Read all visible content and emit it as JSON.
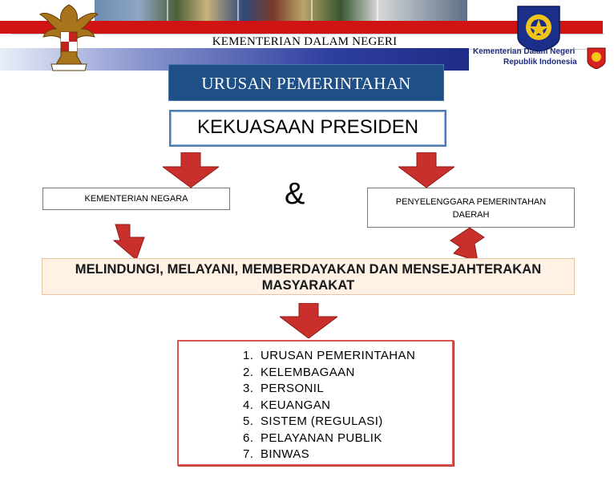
{
  "header": {
    "title": "KEMENTERIAN DALAM NEGERI",
    "logo_caption_line1": "Kementerian Dalam Negeri",
    "logo_caption_line2": "Republik Indonesia"
  },
  "boxes": {
    "urusan": "URUSAN PEMERINTAHAN",
    "presiden": "KEKUASAAN PRESIDEN",
    "kementerian_negara": "KEMENTERIAN NEGARA",
    "ampersand": "&",
    "penyelenggara_line1": "PENYELENGGARA PEMERINTAHAN",
    "penyelenggara_line2": "DAERAH",
    "goal_line1": "MELINDUNGI, MELAYANI, MEMBERDAYAKAN DAN MENSEJAHTERAKAN",
    "goal_line2": "MASYARAKAT"
  },
  "list": [
    {
      "num": "1.",
      "label": "URUSAN PEMERINTAHAN"
    },
    {
      "num": "2.",
      "label": "KELEMBAGAAN"
    },
    {
      "num": "3.",
      "label": "PERSONIL"
    },
    {
      "num": "4.",
      "label": "KEUANGAN"
    },
    {
      "num": "5.",
      "label": "SISTEM (REGULASI)"
    },
    {
      "num": "6.",
      "label": "PELAYANAN PUBLIK"
    },
    {
      "num": "7.",
      "label": "BINWAS"
    }
  ],
  "colors": {
    "header_red": "#d01414",
    "header_blue": "#1f2c86",
    "urusan_fill": "#1f4f87",
    "arrow_red": "#c9302c",
    "goal_fill": "#fff1e4",
    "list_border": "#d9534f"
  }
}
